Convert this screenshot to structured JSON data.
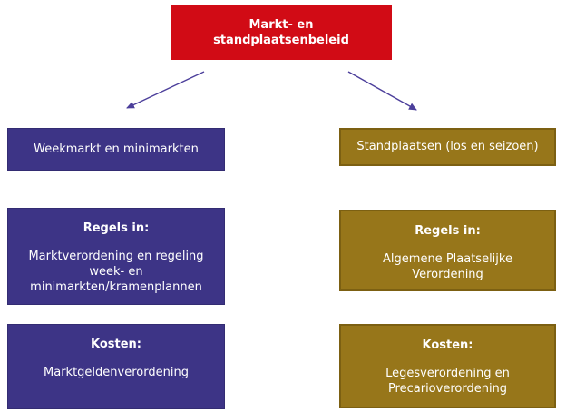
{
  "diagram": {
    "title_node": {
      "lines": [
        "Markt- en",
        "standplaatsenbeleid"
      ],
      "color": "#d10b15",
      "text_color": "#ffffff"
    },
    "arrow_color": "#4c3f9b",
    "left_branch": {
      "color": "#3d3486",
      "header": "Weekmarkt en minimarkten",
      "rules": {
        "title": "Regels in:",
        "lines": [
          "Marktverordening en regeling",
          "week- en",
          "minimarkten/kramenplannen"
        ]
      },
      "costs": {
        "title": "Kosten:",
        "lines": [
          "Marktgeldenverordening"
        ]
      }
    },
    "right_branch": {
      "color": "#97761a",
      "border_color": "#7c6012",
      "header": "Standplaatsen (los en seizoen)",
      "rules": {
        "title": "Regels in:",
        "lines": [
          "Algemene Plaatselijke",
          "Verordening"
        ]
      },
      "costs": {
        "title": "Kosten:",
        "lines": [
          "Legesverordening en",
          "Precarioverordening"
        ]
      }
    }
  }
}
